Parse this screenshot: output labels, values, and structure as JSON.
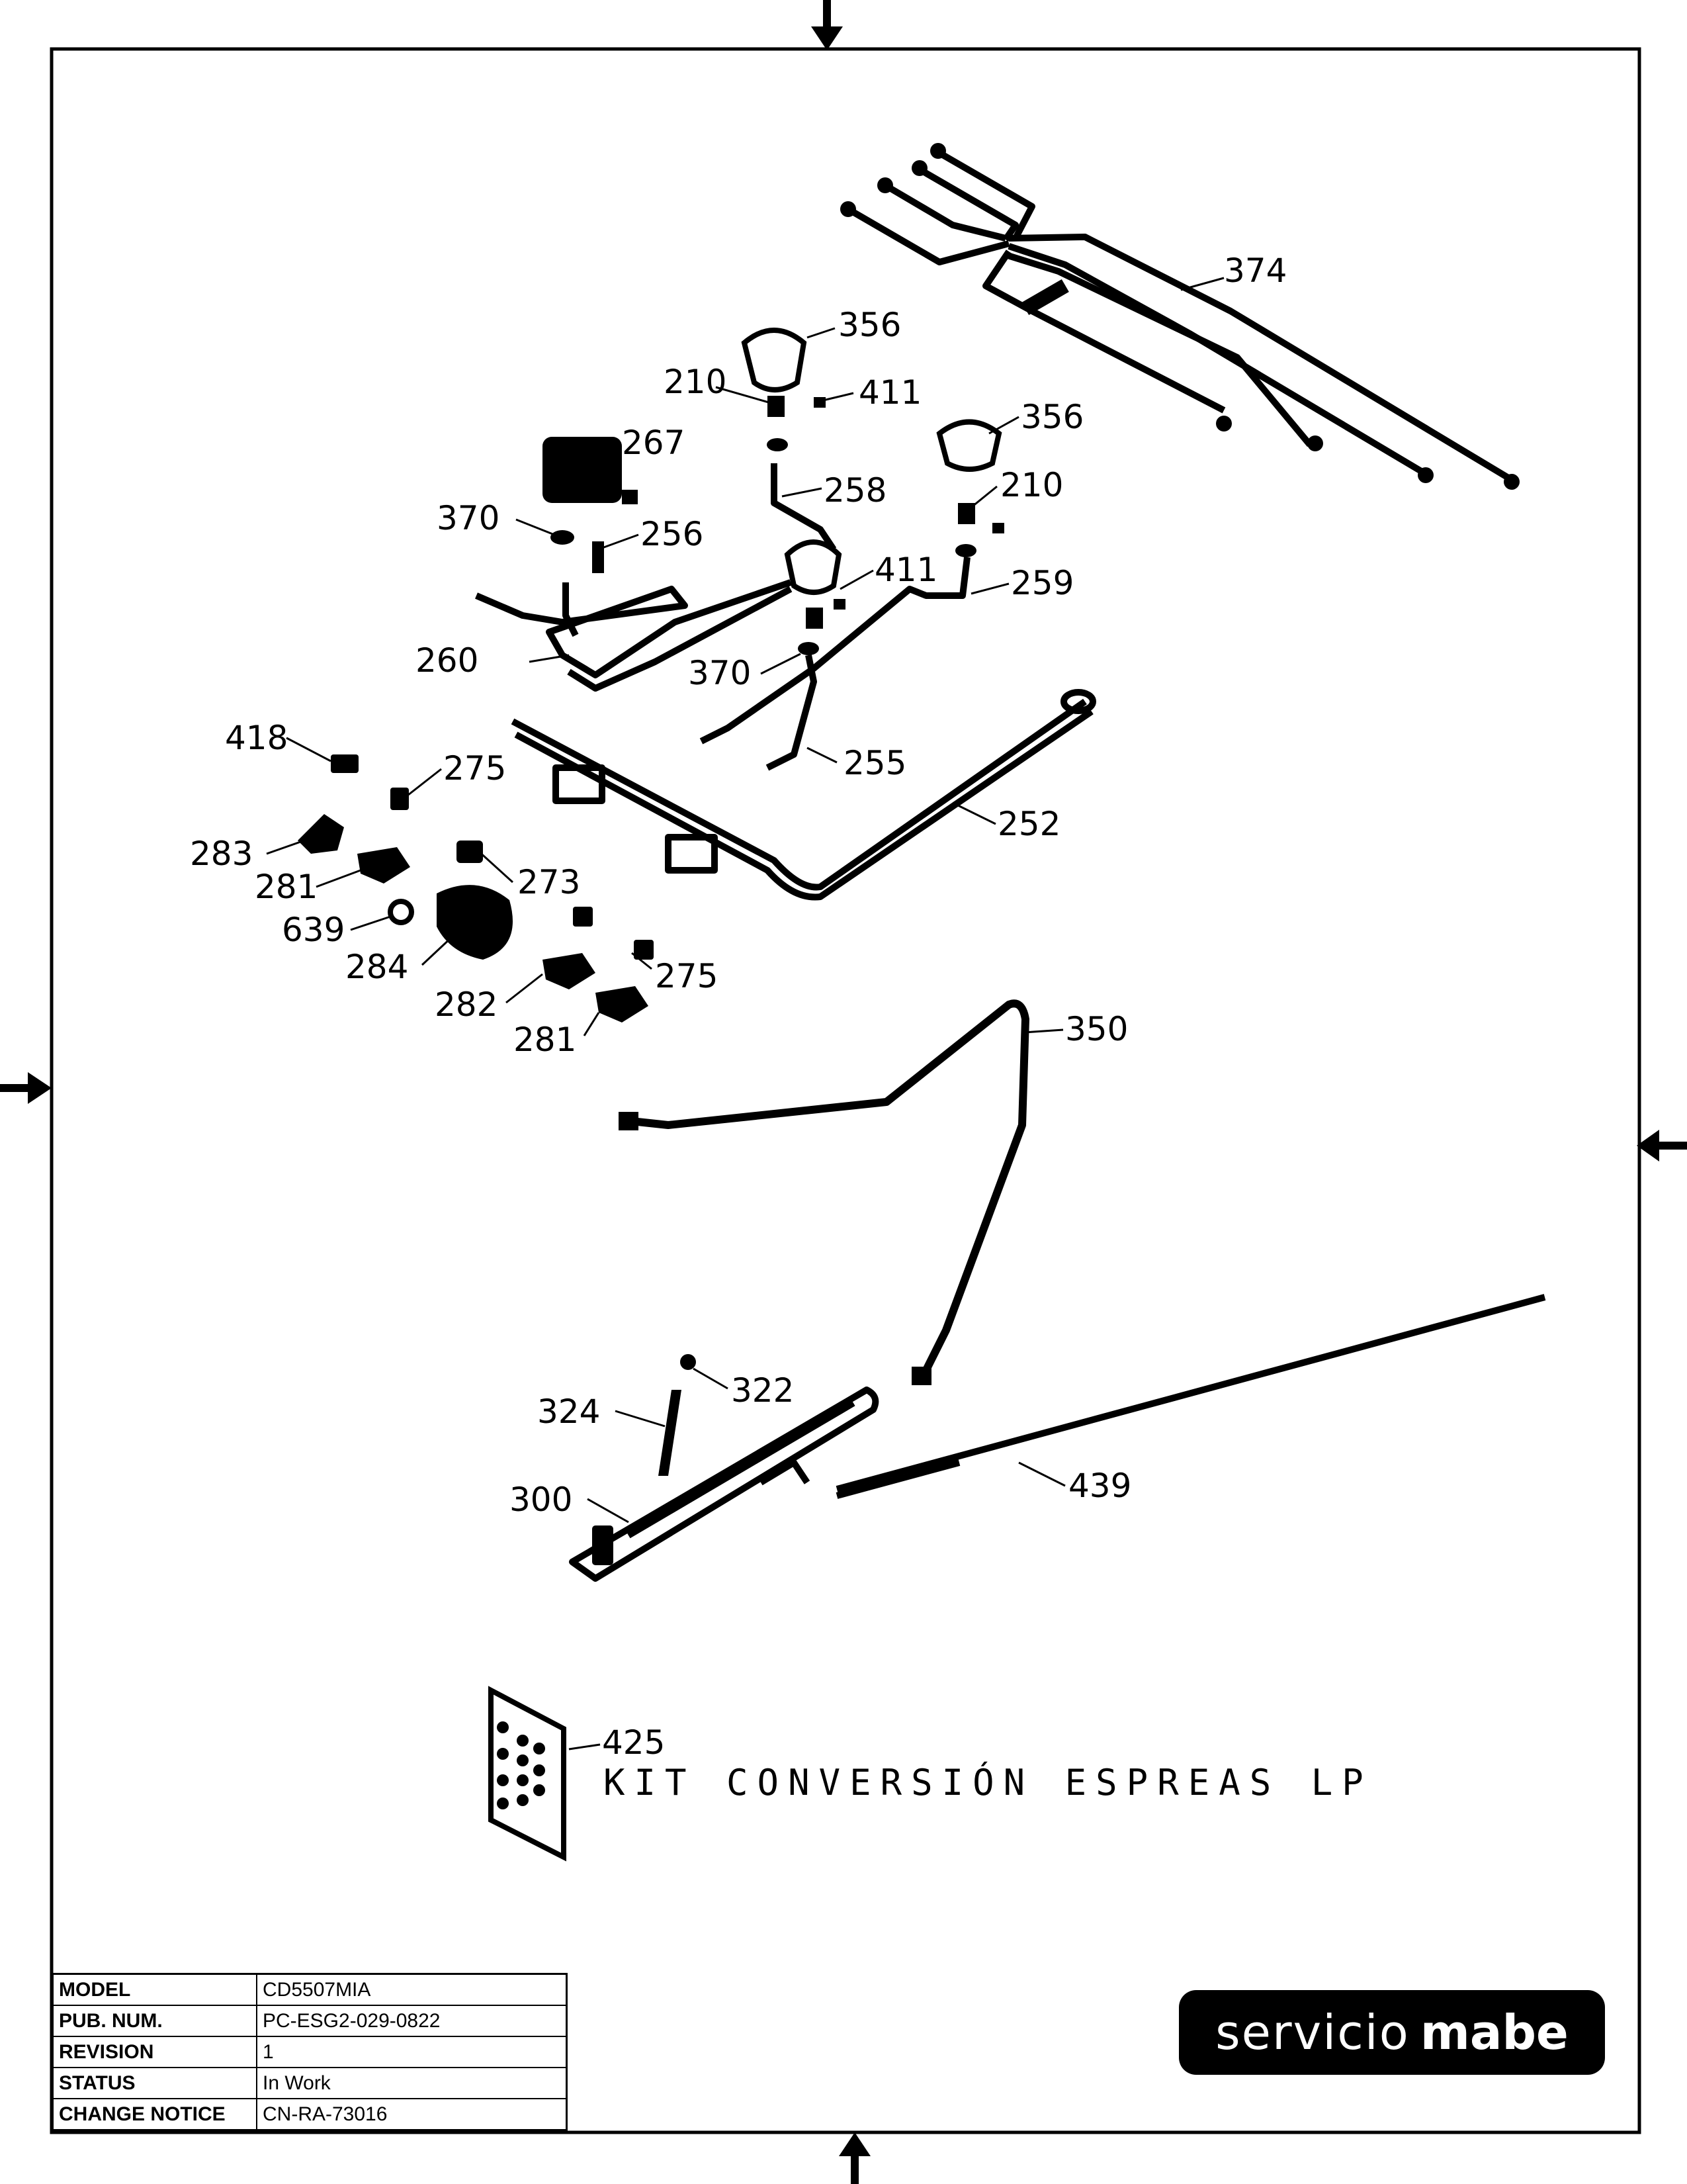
{
  "callouts": {
    "c374": "374",
    "c356a": "356",
    "c356b": "356",
    "c210a": "210",
    "c210b": "210",
    "c411a": "411",
    "c411b": "411",
    "c267": "267",
    "c258": "258",
    "c370a": "370",
    "c370b": "370",
    "c256": "256",
    "c259": "259",
    "c260": "260",
    "c255": "255",
    "c252": "252",
    "c418": "418",
    "c275a": "275",
    "c275b": "275",
    "c283": "283",
    "c281a": "281",
    "c281b": "281",
    "c273": "273",
    "c639": "639",
    "c284": "284",
    "c282": "282",
    "c350": "350",
    "c322": "322",
    "c324": "324",
    "c300": "300",
    "c439": "439",
    "c425": "425"
  },
  "kit_label": "KIT CONVERSIÓN ESPREAS LP",
  "title_block": {
    "model_label": "MODEL",
    "model_value": "CD5507MIA",
    "pub_label": "PUB. NUM.",
    "pub_value": "PC-ESG2-029-0822",
    "revision_label": "REVISION",
    "revision_value": "1",
    "status_label": "STATUS",
    "status_value": "In Work",
    "change_label": "CHANGE NOTICE",
    "change_value": "CN-RA-73016"
  },
  "logo": {
    "light": "servicio",
    "bold": "mabe"
  }
}
